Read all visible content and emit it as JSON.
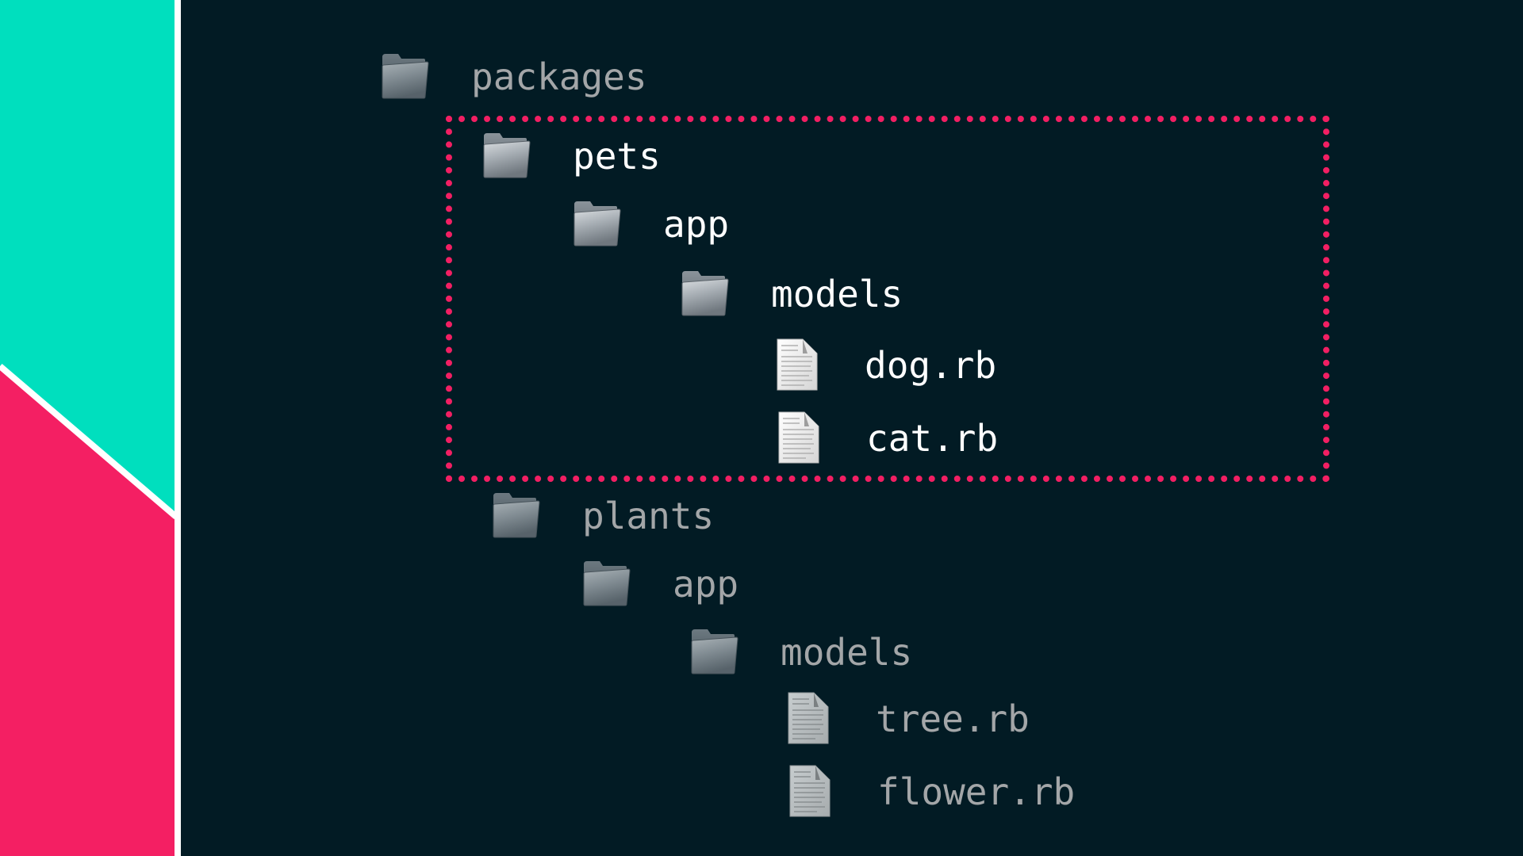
{
  "colors": {
    "background": "#021b24",
    "accent_teal": "#00dfbe",
    "accent_pink": "#f41f63",
    "highlight_border": "#f21f63",
    "text_dim": "#a3a6a8",
    "text_bright": "#ffffff"
  },
  "tree": {
    "root": {
      "label": "packages",
      "icon": "folder-icon"
    },
    "pets": {
      "label": "pets",
      "icon": "folder-icon",
      "app": {
        "label": "app",
        "icon": "folder-icon"
      },
      "models": {
        "label": "models",
        "icon": "folder-icon"
      },
      "files": [
        {
          "label": "dog.rb",
          "icon": "file-icon"
        },
        {
          "label": "cat.rb",
          "icon": "file-icon"
        }
      ]
    },
    "plants": {
      "label": "plants",
      "icon": "folder-icon",
      "app": {
        "label": "app",
        "icon": "folder-icon"
      },
      "models": {
        "label": "models",
        "icon": "folder-icon"
      },
      "files": [
        {
          "label": "tree.rb",
          "icon": "file-icon"
        },
        {
          "label": "flower.rb",
          "icon": "file-icon"
        }
      ]
    }
  }
}
